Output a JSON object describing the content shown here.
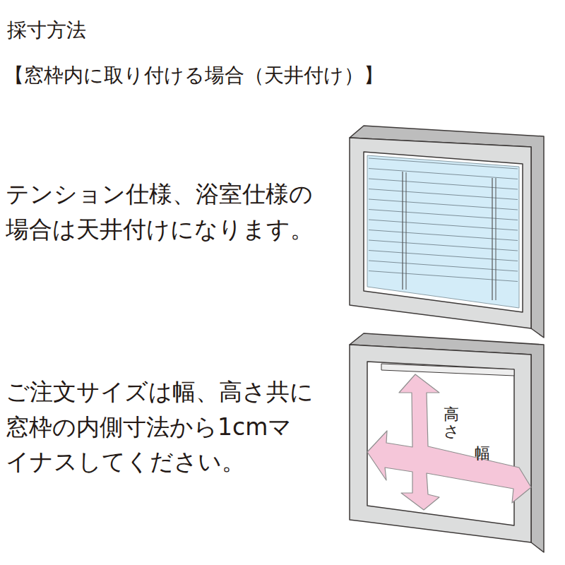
{
  "diagram": {
    "title": "採寸方法",
    "labels": [
      "【窓枠内に取り付ける場合（天井付け）】",
      "テンション仕様、浴室仕様の場合は天井付けになります。",
      "ご注文サイズは幅、高さ共に窓枠の内側寸法から1cmマイナスしてください。",
      "高さ",
      "幅"
    ]
  }
}
